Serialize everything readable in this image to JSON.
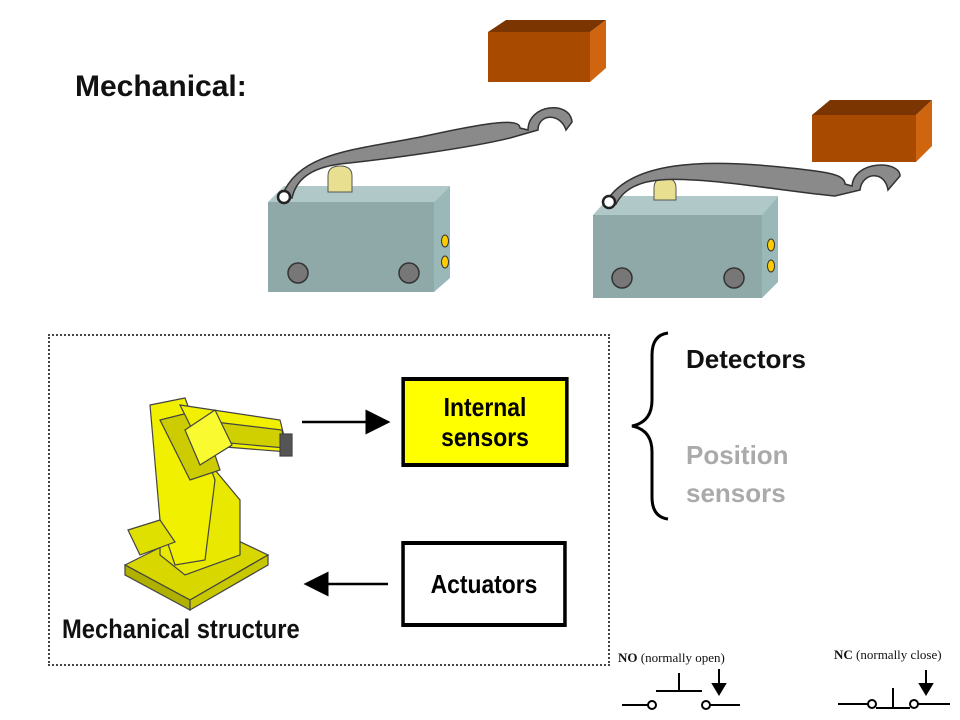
{
  "title": "Mechanical:",
  "boxes": {
    "internal_sensors": "Internal sensors",
    "actuators": "Actuators"
  },
  "mechanical_structure": "Mechanical structure",
  "brace_items": {
    "detectors": "Detectors",
    "position_sensors": "Position sensors"
  },
  "schematics": {
    "no_code": "NO",
    "no_desc": "(normally open)",
    "nc_code": "NC",
    "nc_desc": "(normally close)"
  },
  "colors": {
    "switch_body": "#8fa8a8",
    "lever": "#8a8a8a",
    "target_block": "#a84a00",
    "robot": "#e8e800",
    "internal_box": "#ffff00"
  }
}
